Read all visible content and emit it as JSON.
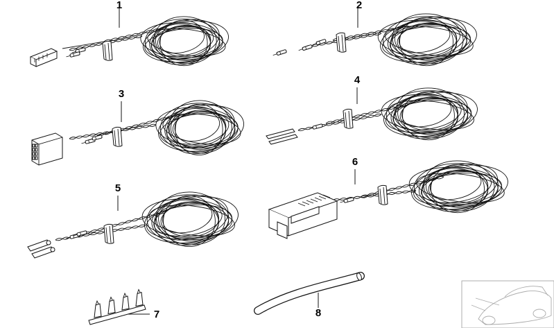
{
  "callouts": [
    "1",
    "2",
    "3",
    "4",
    "5",
    "6",
    "7",
    "8"
  ],
  "thumbnail_icon": "car-silhouette-icon"
}
